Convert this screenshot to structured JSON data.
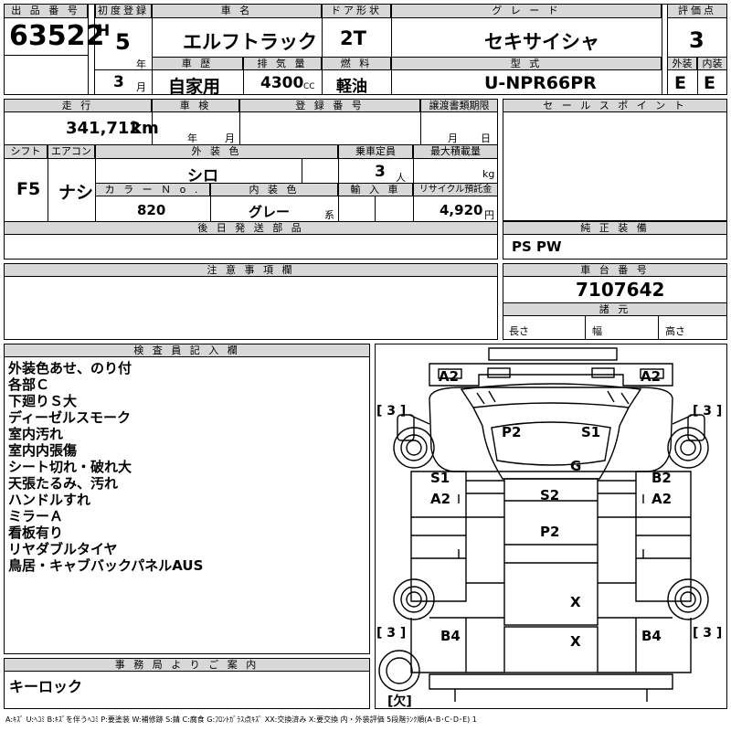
{
  "header": {
    "lot_no_label": "出 品 番 号",
    "lot_no": "63522",
    "first_reg_label": "初度登録",
    "era": "H",
    "year_num": "5",
    "year_unit": "年",
    "month_num": "3",
    "month_unit": "月",
    "car_name_label": "車 名",
    "car_name": "エルフトラック",
    "door_label": "ドア形状",
    "door": "2T",
    "grade_label": "グ レ ー ド",
    "grade": "セキサイシャ",
    "score_label": "評価点",
    "score": "3",
    "history_label": "車 歴",
    "history": "自家用",
    "displacement_label": "排 気 量",
    "displacement": "4300",
    "cc": "CC",
    "fuel_label": "燃 料",
    "fuel": "軽油",
    "model_label": "型 式",
    "model": "U-NPR66PR",
    "exterior_label": "外装",
    "exterior": "E",
    "interior_label": "内装",
    "interior": "E"
  },
  "row2": {
    "mileage_label": "走 行",
    "mileage": "341,712",
    "km": "km",
    "inspection_label": "車 検",
    "year_unit": "年",
    "month_unit": "月",
    "reg_no_label": "登 録 番 号",
    "transfer_label": "譲渡書類期限",
    "day_unit": "日",
    "sales_point_label": "セ ー ル ス ポ イ ン ト",
    "shift_label": "シフト",
    "shift": "F5",
    "ac_label": "エアコン",
    "ac": "ナシ",
    "ext_color_label": "外 装 色",
    "ext_color": "シロ",
    "capacity_label": "乗車定員",
    "capacity": "3",
    "person_unit": "人",
    "max_load_label": "最大積載量",
    "kg": "kg",
    "color_no_label": "カ ラ ー Ｎ o .",
    "color_no": "820",
    "int_color_label": "内 装 色",
    "int_color": "グレー",
    "kei": "系",
    "import_label": "輸 入 車",
    "recycle_label": "リサイクル預託金",
    "recycle": "4,920",
    "yen": "円",
    "later_parts_label": "後 日 発 送 部 品",
    "genuine_label": "純 正 装 備",
    "genuine": "PS PW",
    "caution_label": "注 意 事 項 欄",
    "chassis_label": "車 台 番 号",
    "chassis": "7107642",
    "specs_label": "諸 元",
    "length_label": "長さ",
    "width_label": "幅",
    "height_label": "高さ"
  },
  "inspector": {
    "label": "検 査 員 記 入 欄",
    "notes": [
      "外装色あせ、のり付",
      "各部Ｃ",
      "下廻りＳ大",
      "ディーゼルスモーク",
      "室内汚れ",
      "室内内張傷",
      "シート切れ・破れ大",
      "天張たるみ、汚れ",
      "ハンドルすれ",
      "ミラーＡ",
      "看板有り",
      "リヤダブルタイヤ",
      "鳥居・キャブバックパネルAUS"
    ]
  },
  "office": {
    "label": "事 務 局 よ り ご 案 内",
    "text": "キーロック"
  },
  "diagram": {
    "marks": {
      "front_left": "A2",
      "front_right": "A2",
      "cab_p2": "P2",
      "cab_s1": "S1",
      "g": "G",
      "left_s1": "S1",
      "left_a2": "A2",
      "right_b2": "B2",
      "right_a2": "A2",
      "center_s2": "S2",
      "center_p2": "P2",
      "x1": "X",
      "x2": "X",
      "rear_left": "B4",
      "rear_right": "B4"
    },
    "tires": {
      "tl": "[ 3 ]",
      "tr": "[ 3 ]",
      "bl": "[ 3 ]",
      "br": "[ 3 ]",
      "spare": "[欠]"
    }
  },
  "legend": "A:ｷｽﾞ U:ﾍｺﾐ B:ｷｽﾞを伴うﾍｺﾐ P:要塗装 W:補修跡 S:錆 C:腐食 G:ﾌﾛﾝﾄｶﾞﾗｽ点ｷｽﾞ XX:交換済み X:要交換 内・外装評価 5段階ﾗﾝｸ順(A･B･C･D･E) 1"
}
